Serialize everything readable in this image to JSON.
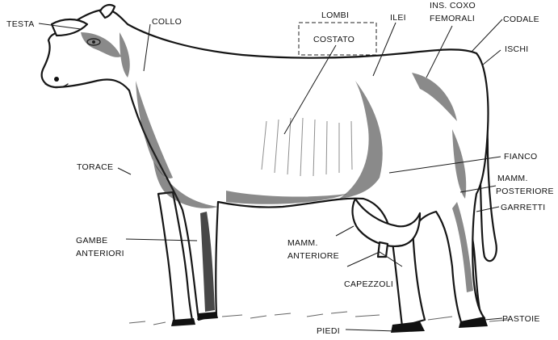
{
  "labels": {
    "testa": "TESTA",
    "collo": "COLLO",
    "lombi": "LOMBI",
    "costato": "COSTATO",
    "ilei": "ILEI",
    "ins_coxo_1": "INS. COXO",
    "ins_coxo_2": "FEMORALI",
    "codale": "CODALE",
    "ischi": "ISCHI",
    "torace": "TORACE",
    "fianco": "FIANCO",
    "mamm_post_1": "MAMM.",
    "mamm_post_2": "POSTERIORE",
    "garretti": "GARRETTI",
    "gambe_1": "GAMBE",
    "gambe_2": "ANTERIORI",
    "mamm_ant_1": "MAMM.",
    "mamm_ant_2": "ANTERIORE",
    "capezzoli": "CAPEZZOLI",
    "pastoie": "PASTOIE",
    "piedi": "PIEDI"
  }
}
